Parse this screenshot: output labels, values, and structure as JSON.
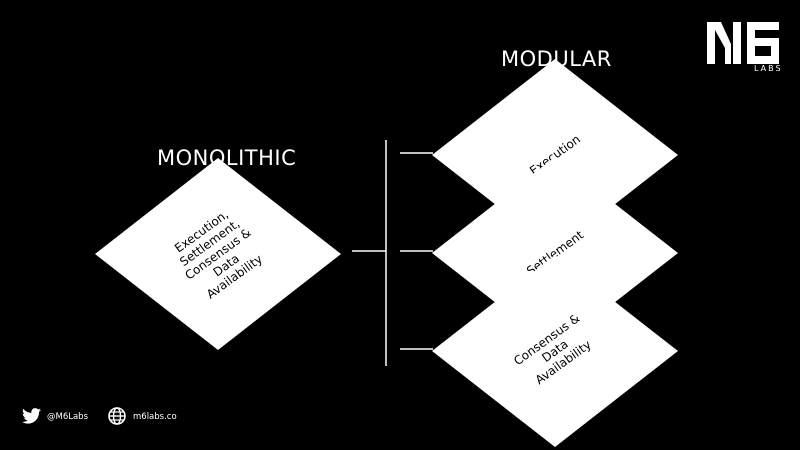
{
  "logo": {
    "mark": "M6",
    "sub": "LABS"
  },
  "headings": {
    "monolithic": "MONOLITHIC",
    "modular": "MODULAR"
  },
  "monolithic_block": {
    "lines": [
      "Execution,",
      "Settlement,",
      "Consensus &",
      "Data",
      "Availability"
    ]
  },
  "modular_blocks": [
    {
      "lines": [
        "Execution"
      ]
    },
    {
      "lines": [
        "Settlement"
      ]
    },
    {
      "lines": [
        "Consensus &",
        "Data",
        "Availability"
      ]
    }
  ],
  "footer": {
    "twitter_handle": "@M6Labs",
    "website": "m6labs.co"
  },
  "colors": {
    "background": "#000000",
    "foreground": "#ffffff",
    "diamond_text": "#000000"
  }
}
